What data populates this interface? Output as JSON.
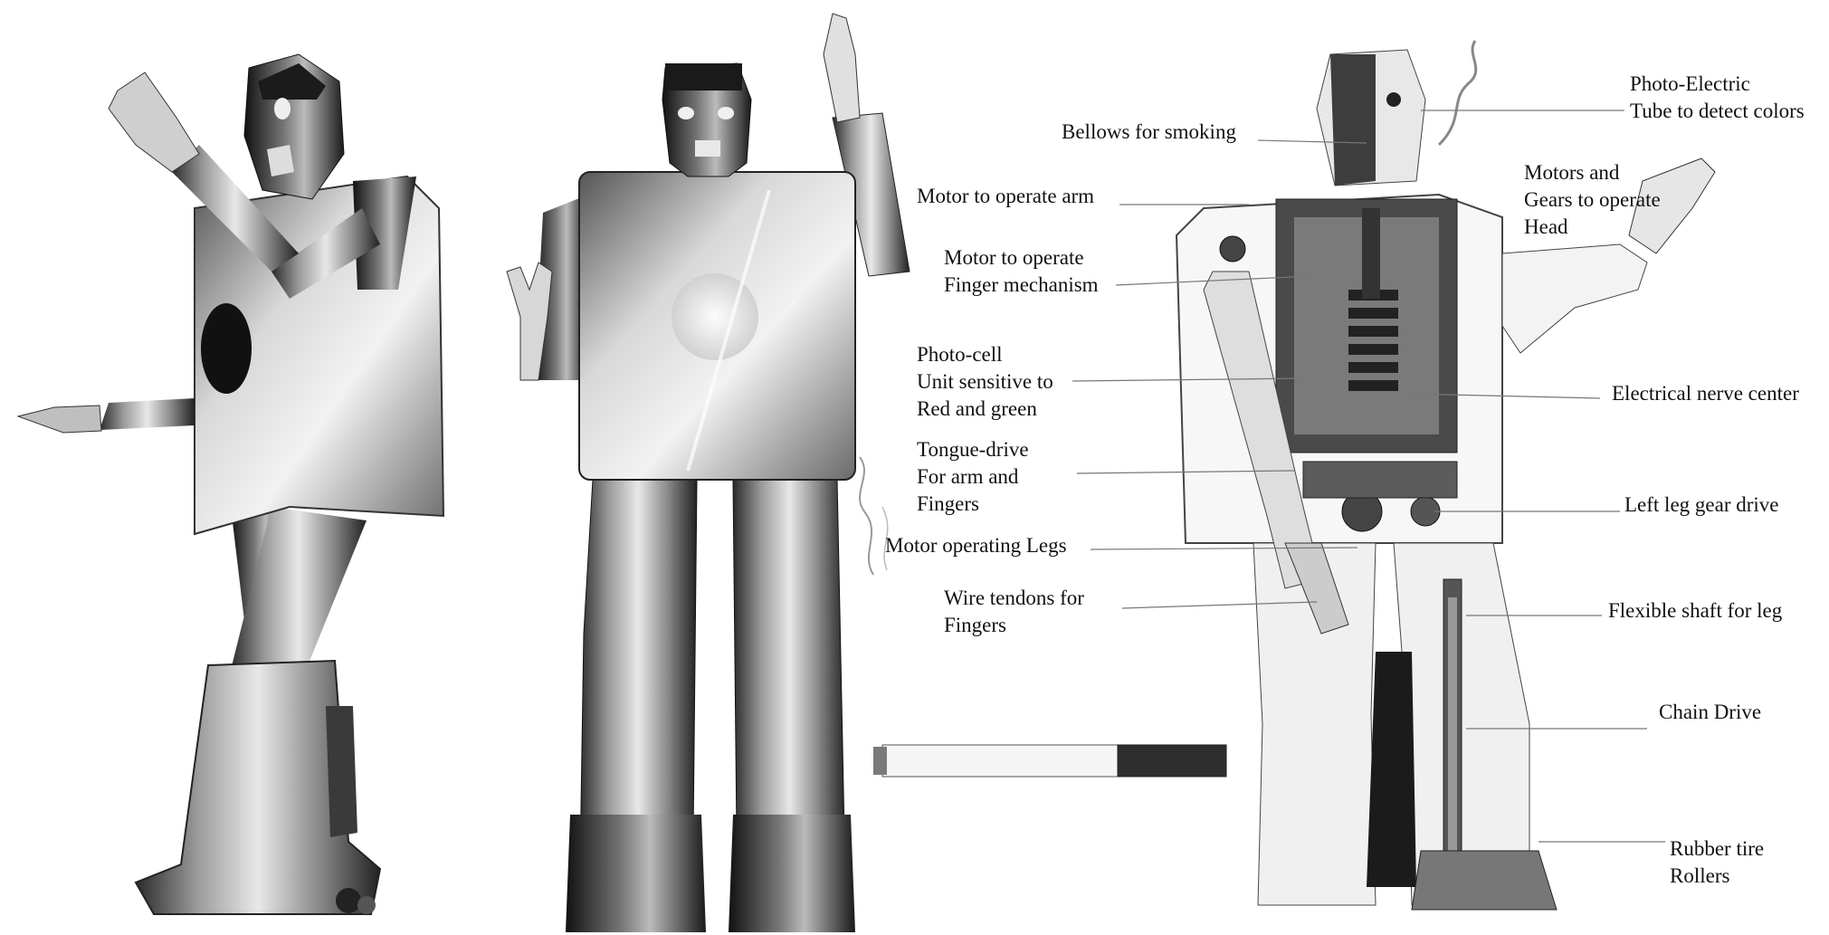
{
  "labels": {
    "photo_electric": [
      "Photo-Electric",
      "Tube to detect colors"
    ],
    "bellows": [
      "Bellows for smoking"
    ],
    "motors_gears": [
      "Motors and",
      "Gears to operate",
      "Head"
    ],
    "motor_arm": [
      "Motor to operate arm"
    ],
    "motor_finger": [
      "Motor to operate",
      "Finger mechanism"
    ],
    "photo_cell": [
      "Photo-cell",
      "Unit sensitive to",
      "Red and green"
    ],
    "nerve_center": [
      "Electrical nerve center"
    ],
    "tongue_drive": [
      "Tongue-drive",
      "For arm and",
      "Fingers"
    ],
    "left_leg": [
      "Left leg gear drive"
    ],
    "motor_legs": [
      "Motor operating Legs"
    ],
    "wire_tendons": [
      "Wire tendons for",
      "Fingers"
    ],
    "flex_shaft": [
      "Flexible shaft for leg"
    ],
    "chain_drive": [
      "Chain Drive"
    ],
    "rubber_tire": [
      "Rubber tire",
      "Rollers"
    ]
  }
}
